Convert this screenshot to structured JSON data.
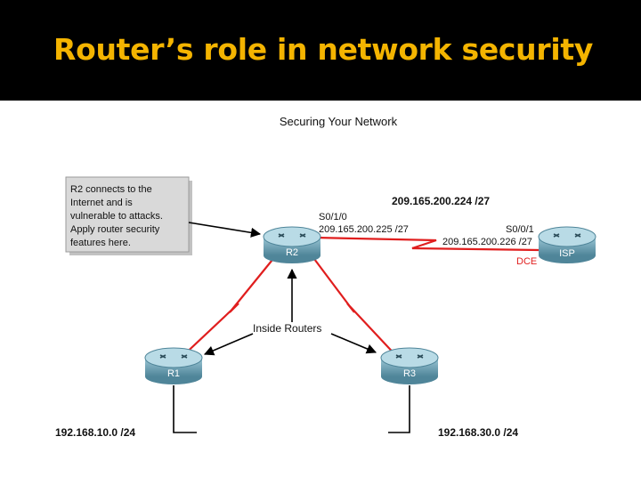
{
  "slide": {
    "title": "Router’s role in network security",
    "title_color": "#f4b400",
    "header_background": "#000000"
  },
  "diagram": {
    "heading": "Securing Your Network",
    "callout_lines": [
      "R2 connects to the",
      "Internet and is",
      "vulnerable to attacks.",
      "Apply router security",
      "features here."
    ],
    "wan_network": "209.165.200.224 /27",
    "r2_interface": "S0/1/0",
    "r2_address": "209.165.200.225 /27",
    "isp_interface": "S0/0/1",
    "isp_address": "209.165.200.226 /27",
    "dce_label": "DCE",
    "inside_routers_label": "Inside Routers",
    "lan_r1": "192.168.10.0 /24",
    "lan_r3": "192.168.30.0 /24",
    "routers": {
      "r2": "R2",
      "isp": "ISP",
      "r1": "R1",
      "r3": "R3"
    },
    "link_color": "#e01e1e",
    "router_color": "#6fa3b7"
  }
}
